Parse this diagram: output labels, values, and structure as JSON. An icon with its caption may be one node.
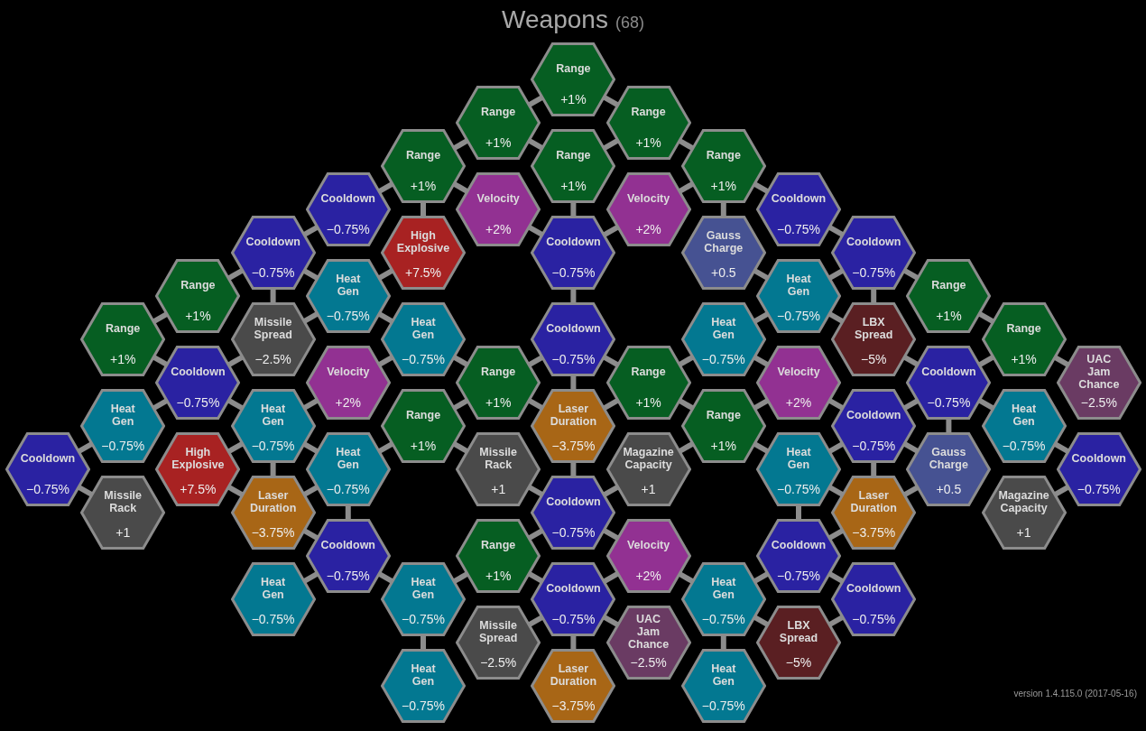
{
  "diagram": {
    "title": "Weapons",
    "nodes": [
      {
        "text": [
          "Range",
          "+1%"
        ]
      },
      {
        "text": [
          "Range",
          "+1%"
        ]
      },
      {
        "text": [
          "Range",
          "+1%"
        ]
      },
      {
        "text": [
          "Range",
          "+1%"
        ]
      },
      {
        "text": [
          "Range",
          "+1%"
        ]
      },
      {
        "text": [
          "Range",
          "+1%"
        ]
      },
      {
        "text": [
          "Cooldown",
          "−0.75%"
        ]
      },
      {
        "text": [
          "Velocity",
          "+2%"
        ]
      },
      {
        "text": [
          "Velocity",
          "+2%"
        ]
      },
      {
        "text": [
          "Cooldown",
          "−0.75%"
        ]
      },
      {
        "text": [
          "Cooldown",
          "−0.75%"
        ]
      },
      {
        "text": [
          "High Explosive",
          "+7.5%"
        ]
      },
      {
        "text": [
          "Cooldown",
          "−0.75%"
        ]
      },
      {
        "text": [
          "Gauss Charge",
          "+0.5"
        ]
      },
      {
        "text": [
          "Cooldown",
          "−0.75%"
        ]
      },
      {
        "text": [
          "Range",
          "+1%"
        ]
      },
      {
        "text": [
          "Heat Gen",
          "−0.75%"
        ]
      },
      {
        "text": [
          "Heat Gen",
          "−0.75%"
        ]
      },
      {
        "text": [
          "Range",
          "+1%"
        ]
      },
      {
        "text": [
          "Range",
          "+1%"
        ]
      },
      {
        "text": [
          "Missile Spread",
          "−2.5%"
        ]
      },
      {
        "text": [
          "Heat Gen",
          "−0.75%"
        ]
      },
      {
        "text": [
          "Cooldown",
          "−0.75%"
        ]
      },
      {
        "text": [
          "Heat Gen",
          "−0.75%"
        ]
      },
      {
        "text": [
          "LBX Spread",
          "−5%"
        ]
      },
      {
        "text": [
          "Range",
          "+1%"
        ]
      },
      {
        "text": [
          "Cooldown",
          "−0.75%"
        ]
      },
      {
        "text": [
          "Velocity",
          "+2%"
        ]
      },
      {
        "text": [
          "Range",
          "+1%"
        ]
      },
      {
        "text": [
          "Range",
          "+1%"
        ]
      },
      {
        "text": [
          "Velocity",
          "+2%"
        ]
      },
      {
        "text": [
          "Cooldown",
          "−0.75%"
        ]
      },
      {
        "text": [
          "UAC Jam Chance",
          "−2.5%"
        ]
      },
      {
        "text": [
          "Heat Gen",
          "−0.75%"
        ]
      },
      {
        "text": [
          "Heat Gen",
          "−0.75%"
        ]
      },
      {
        "text": [
          "Range",
          "+1%"
        ]
      },
      {
        "text": [
          "Laser Duration",
          "−3.75%"
        ]
      },
      {
        "text": [
          "Range",
          "+1%"
        ]
      },
      {
        "text": [
          "Cooldown",
          "−0.75%"
        ]
      },
      {
        "text": [
          "Heat Gen",
          "−0.75%"
        ]
      },
      {
        "text": [
          "Cooldown",
          "−0.75%"
        ]
      },
      {
        "text": [
          "High Explosive",
          "+7.5%"
        ]
      },
      {
        "text": [
          "Heat Gen",
          "−0.75%"
        ]
      },
      {
        "text": [
          "Missile Rack",
          "+1"
        ]
      },
      {
        "text": [
          "Magazine Capacity",
          "+1"
        ]
      },
      {
        "text": [
          "Heat Gen",
          "−0.75%"
        ]
      },
      {
        "text": [
          "Gauss Charge",
          "+0.5"
        ]
      },
      {
        "text": [
          "Cooldown",
          "−0.75%"
        ]
      },
      {
        "text": [
          "Missile Rack",
          "+1"
        ]
      },
      {
        "text": [
          "Laser Duration",
          "−3.75%"
        ]
      },
      {
        "text": [
          "Cooldown",
          "−0.75%"
        ]
      },
      {
        "text": [
          "Laser Duration",
          "−3.75%"
        ]
      },
      {
        "text": [
          "Magazine Capacity",
          "+1"
        ]
      },
      {
        "text": [
          "Cooldown",
          "−0.75%"
        ]
      },
      {
        "text": [
          "Range",
          "+1%"
        ]
      },
      {
        "text": [
          "Velocity",
          "+2%"
        ]
      },
      {
        "text": [
          "Cooldown",
          "−0.75%"
        ]
      },
      {
        "text": [
          "Heat Gen",
          "−0.75%"
        ]
      },
      {
        "text": [
          "Heat Gen",
          "−0.75%"
        ]
      },
      {
        "text": [
          "Cooldown",
          "−0.75%"
        ]
      },
      {
        "text": [
          "Heat Gen",
          "−0.75%"
        ]
      },
      {
        "text": [
          "Cooldown",
          "−0.75%"
        ]
      },
      {
        "text": [
          "Missile Spread",
          "−2.5%"
        ]
      },
      {
        "text": [
          "UAC Jam Chance",
          "−2.5%"
        ]
      },
      {
        "text": [
          "LBX Spread",
          "−5%"
        ]
      },
      {
        "text": [
          "Heat Gen",
          "−0.75%"
        ]
      },
      {
        "text": [
          "Laser Duration",
          "−3.75%"
        ]
      },
      {
        "text": [
          "Heat Gen",
          "−0.75%"
        ]
      }
    ],
    "edges": [
      {
        "from": 0,
        "to": 1,
        "arrow": "none"
      },
      {
        "from": 0,
        "to": 2,
        "arrow": "none"
      },
      {
        "from": 1,
        "to": 3,
        "arrow": "none"
      },
      {
        "from": 1,
        "to": 4,
        "arrow": "none"
      },
      {
        "from": 2,
        "to": 4,
        "arrow": "none"
      },
      {
        "from": 2,
        "to": 5,
        "arrow": "none"
      },
      {
        "from": 3,
        "to": 6,
        "arrow": "none"
      },
      {
        "from": 3,
        "to": 7,
        "arrow": "none"
      },
      {
        "from": 3,
        "to": 11,
        "arrow": "none"
      },
      {
        "from": 4,
        "to": 12,
        "arrow": "none"
      },
      {
        "from": 7,
        "to": 12,
        "arrow": "none"
      },
      {
        "from": 8,
        "to": 12,
        "arrow": "none"
      },
      {
        "from": 5,
        "to": 8,
        "arrow": "none"
      },
      {
        "from": 5,
        "to": 9,
        "arrow": "none"
      },
      {
        "from": 5,
        "to": 13,
        "arrow": "none"
      },
      {
        "from": 12,
        "to": 22,
        "arrow": "none"
      },
      {
        "from": 6,
        "to": 10,
        "arrow": "none"
      },
      {
        "from": 11,
        "to": 16,
        "arrow": "none"
      },
      {
        "from": 9,
        "to": 14,
        "arrow": "none"
      },
      {
        "from": 13,
        "to": 17,
        "arrow": "none"
      },
      {
        "from": 14,
        "to": 17,
        "arrow": "none"
      },
      {
        "from": 14,
        "to": 18,
        "arrow": "none"
      },
      {
        "from": 14,
        "to": 24,
        "arrow": "none"
      },
      {
        "from": 10,
        "to": 15,
        "arrow": "none"
      },
      {
        "from": 10,
        "to": 16,
        "arrow": "none"
      },
      {
        "from": 10,
        "to": 20,
        "arrow": "none"
      },
      {
        "from": 15,
        "to": 19,
        "arrow": "none"
      },
      {
        "from": 16,
        "to": 20,
        "arrow": "none"
      },
      {
        "from": 16,
        "to": 21,
        "arrow": "none"
      },
      {
        "from": 17,
        "to": 23,
        "arrow": "none"
      },
      {
        "from": 17,
        "to": 24,
        "arrow": "none"
      },
      {
        "from": 18,
        "to": 25,
        "arrow": "none"
      },
      {
        "from": 19,
        "to": 26,
        "arrow": "none"
      },
      {
        "from": 20,
        "to": 26,
        "arrow": "none"
      },
      {
        "from": 21,
        "to": 27,
        "arrow": "none"
      },
      {
        "from": 21,
        "to": 28,
        "arrow": "none"
      },
      {
        "from": 22,
        "to": 28,
        "arrow": "none"
      },
      {
        "from": 22,
        "to": 29,
        "arrow": "none"
      },
      {
        "from": 22,
        "to": 36,
        "arrow": "none"
      },
      {
        "from": 23,
        "to": 29,
        "arrow": "none"
      },
      {
        "from": 23,
        "to": 30,
        "arrow": "none"
      },
      {
        "from": 24,
        "to": 31,
        "arrow": "none"
      },
      {
        "from": 25,
        "to": 31,
        "arrow": "none"
      },
      {
        "from": 25,
        "to": 32,
        "arrow": "none"
      },
      {
        "from": 26,
        "to": 33,
        "arrow": "none"
      },
      {
        "from": 26,
        "to": 34,
        "arrow": "none"
      },
      {
        "from": 27,
        "to": 34,
        "arrow": "none"
      },
      {
        "from": 28,
        "to": 35,
        "arrow": "none"
      },
      {
        "from": 28,
        "to": 36,
        "arrow": "none"
      },
      {
        "from": 29,
        "to": 36,
        "arrow": "none"
      },
      {
        "from": 29,
        "to": 37,
        "arrow": "none"
      },
      {
        "from": 30,
        "to": 37,
        "arrow": "none"
      },
      {
        "from": 30,
        "to": 38,
        "arrow": "none"
      },
      {
        "from": 31,
        "to": 38,
        "arrow": "none"
      },
      {
        "from": 31,
        "to": 39,
        "arrow": "none"
      },
      {
        "from": 31,
        "to": 46,
        "arrow": "none"
      },
      {
        "from": 33,
        "to": 40,
        "arrow": "none"
      },
      {
        "from": 34,
        "to": 41,
        "arrow": "none"
      },
      {
        "from": 34,
        "to": 42,
        "arrow": "none"
      },
      {
        "from": 34,
        "to": 49,
        "arrow": "none"
      },
      {
        "from": 35,
        "to": 42,
        "arrow": "none"
      },
      {
        "from": 35,
        "to": 43,
        "arrow": "none"
      },
      {
        "from": 36,
        "to": 50,
        "arrow": "none"
      },
      {
        "from": 37,
        "to": 44,
        "arrow": "none"
      },
      {
        "from": 37,
        "to": 45,
        "arrow": "none"
      },
      {
        "from": 38,
        "to": 45,
        "arrow": "none"
      },
      {
        "from": 38,
        "to": 46,
        "arrow": "none"
      },
      {
        "from": 38,
        "to": 51,
        "arrow": "none"
      },
      {
        "from": 39,
        "to": 47,
        "arrow": "none"
      },
      {
        "from": 40,
        "to": 48,
        "arrow": "none"
      },
      {
        "from": 41,
        "to": 49,
        "arrow": "none"
      },
      {
        "from": 42,
        "to": 49,
        "arrow": "none"
      },
      {
        "from": 42,
        "to": 53,
        "arrow": "none"
      },
      {
        "from": 43,
        "to": 50,
        "arrow": "none"
      },
      {
        "from": 44,
        "to": 50,
        "arrow": "none"
      },
      {
        "from": 45,
        "to": 51,
        "arrow": "none"
      },
      {
        "from": 45,
        "to": 56,
        "arrow": "none"
      },
      {
        "from": 46,
        "to": 51,
        "arrow": "none"
      },
      {
        "from": 47,
        "to": 52,
        "arrow": "none"
      },
      {
        "from": 49,
        "to": 53,
        "arrow": "none"
      },
      {
        "from": 50,
        "to": 54,
        "arrow": "none"
      },
      {
        "from": 50,
        "to": 55,
        "arrow": "none"
      },
      {
        "from": 56,
        "to": 51,
        "arrow": "none"
      },
      {
        "from": 53,
        "to": 57,
        "arrow": "none"
      },
      {
        "from": 53,
        "to": 58,
        "arrow": "none"
      },
      {
        "from": 54,
        "to": 58,
        "arrow": "none"
      },
      {
        "from": 54,
        "to": 59,
        "arrow": "none"
      },
      {
        "from": 55,
        "to": 60,
        "arrow": "none"
      },
      {
        "from": 55,
        "to": 59,
        "arrow": "none"
      },
      {
        "from": 56,
        "to": 60,
        "arrow": "none"
      },
      {
        "from": 56,
        "to": 61,
        "arrow": "none"
      },
      {
        "from": 58,
        "to": 65,
        "arrow": "none"
      },
      {
        "from": 59,
        "to": 62,
        "arrow": "none"
      },
      {
        "from": 59,
        "to": 66,
        "arrow": "none"
      },
      {
        "from": 59,
        "to": 63,
        "arrow": "none"
      },
      {
        "from": 60,
        "to": 64,
        "arrow": "none"
      },
      {
        "from": 64,
        "to": 61,
        "arrow": "none"
      },
      {
        "from": 60,
        "to": 67,
        "arrow": "none"
      }
    ],
    "labels": [
      "(68)",
      "version 1.4.115.0 (2017-05-16)"
    ]
  }
}
